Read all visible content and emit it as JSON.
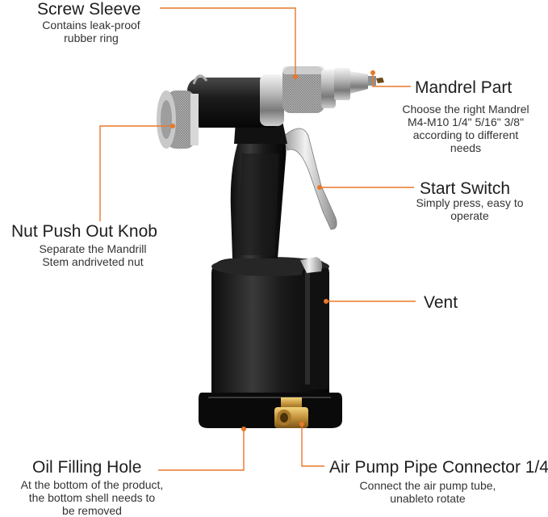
{
  "accent_color": "#e8782a",
  "callouts": {
    "screw_sleeve": {
      "title": "Screw Sleeve",
      "desc": [
        "Contains leak-proof",
        "rubber ring"
      ]
    },
    "mandrel_part": {
      "title": "Mandrel Part",
      "desc": [
        "Choose the right Mandrel",
        "M4-M10 1/4\" 5/16\" 3/8\"",
        "according to different",
        "needs"
      ]
    },
    "start_switch": {
      "title": "Start Switch",
      "desc": [
        "Simply press, easy to",
        "operate"
      ]
    },
    "nut_push_out_knob": {
      "title": "Nut Push Out Knob",
      "desc": [
        "Separate the Mandrill",
        "Stem andriveted nut"
      ]
    },
    "vent": {
      "title": "Vent",
      "desc": []
    },
    "oil_filling_hole": {
      "title": "Oil Filling Hole",
      "desc": [
        "At the bottom of the product,",
        "the bottom shell needs to",
        "be removed"
      ]
    },
    "air_pump_connector": {
      "title": "Air Pump Pipe Connector 1/4",
      "desc": [
        "Connect the air pump tube,",
        "unableto rotate"
      ]
    }
  }
}
